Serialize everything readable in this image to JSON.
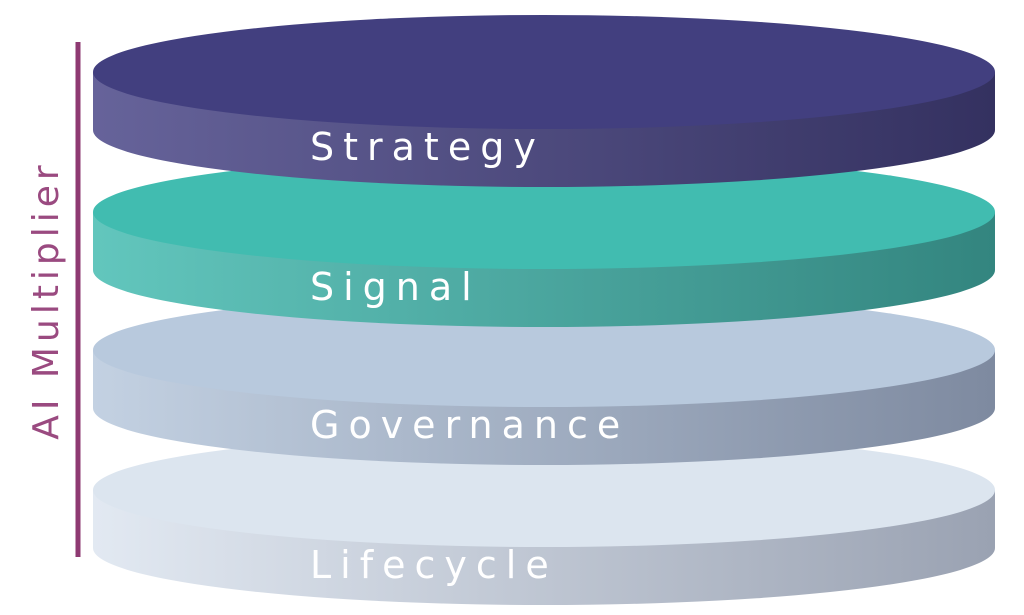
{
  "side_label": "AI Multiplier",
  "accent_color": "#8e3a72",
  "layers": [
    {
      "label": "Strategy",
      "top": "#423f7f",
      "side_light": "#66639a",
      "side_dark": "#343160"
    },
    {
      "label": "Signal",
      "top": "#41bcb0",
      "side_light": "#62c6bd",
      "side_dark": "#33857f"
    },
    {
      "label": "Governance",
      "top": "#b8c9dd",
      "side_light": "#c3d1e2",
      "side_dark": "#7e8aa0"
    },
    {
      "label": "Lifecycle",
      "top": "#dce5ef",
      "side_light": "#e2e9f2",
      "side_dark": "#9aa2b2"
    }
  ]
}
